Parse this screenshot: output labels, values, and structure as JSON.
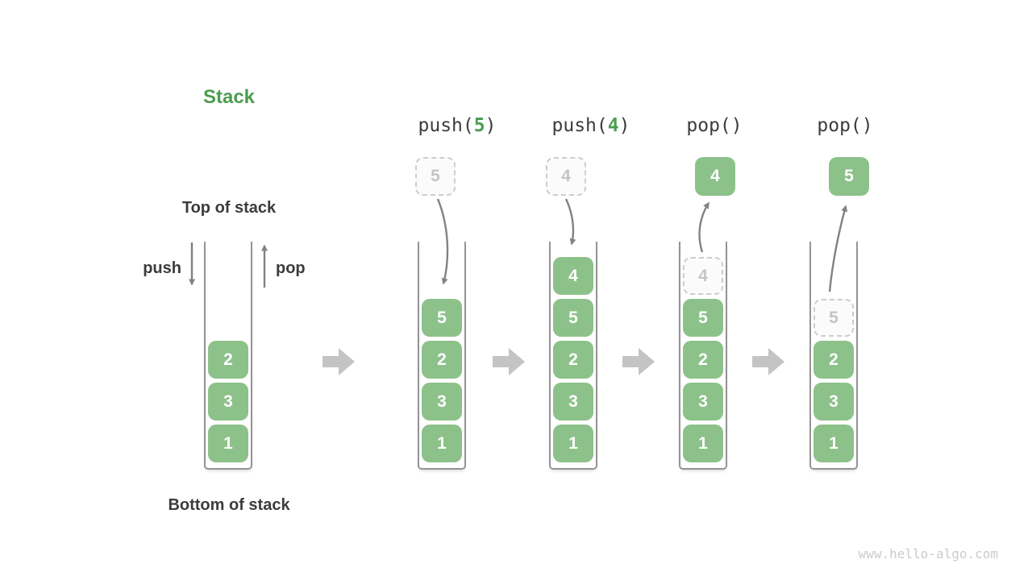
{
  "title": "Stack",
  "labels": {
    "top_of_stack": "Top of stack",
    "bottom_of_stack": "Bottom of stack",
    "push": "push",
    "pop": "pop"
  },
  "watermark": "www.hello-algo.com",
  "colors": {
    "green": "#8dc18a",
    "titleGreen": "#4b9d50",
    "dark": "#3c3c3c",
    "arrow": "#828282",
    "wall": "#949494",
    "ghostBorder": "#cdcdcd",
    "ghostBg": "#fbfbfb",
    "ghostText": "#c5c5c5",
    "blockArrow": "#c4c4c4",
    "watermark": "#cbcbcb"
  },
  "operations": [
    {
      "id": "push5",
      "prefix": "push(",
      "arg": "5",
      "suffix": ")",
      "floating": {
        "value": "5",
        "variant": "ghost"
      }
    },
    {
      "id": "push4",
      "prefix": "push(",
      "arg": "4",
      "suffix": ")",
      "floating": {
        "value": "4",
        "variant": "ghost"
      }
    },
    {
      "id": "pop1",
      "prefix": "pop(",
      "arg": "",
      "suffix": ")",
      "floating": {
        "value": "4",
        "variant": "solid"
      }
    },
    {
      "id": "pop2",
      "prefix": "pop(",
      "arg": "",
      "suffix": ")",
      "floating": {
        "value": "5",
        "variant": "solid"
      }
    }
  ],
  "stacks": [
    {
      "id": "s1",
      "cells": [
        {
          "value": "2",
          "variant": "solid"
        },
        {
          "value": "3",
          "variant": "solid"
        },
        {
          "value": "1",
          "variant": "solid"
        }
      ]
    },
    {
      "id": "s2",
      "cells": [
        {
          "value": "5",
          "variant": "solid"
        },
        {
          "value": "2",
          "variant": "solid"
        },
        {
          "value": "3",
          "variant": "solid"
        },
        {
          "value": "1",
          "variant": "solid"
        }
      ]
    },
    {
      "id": "s3",
      "cells": [
        {
          "value": "4",
          "variant": "solid"
        },
        {
          "value": "5",
          "variant": "solid"
        },
        {
          "value": "2",
          "variant": "solid"
        },
        {
          "value": "3",
          "variant": "solid"
        },
        {
          "value": "1",
          "variant": "solid"
        }
      ]
    },
    {
      "id": "s4",
      "cells": [
        {
          "value": "4",
          "variant": "ghost"
        },
        {
          "value": "5",
          "variant": "solid"
        },
        {
          "value": "2",
          "variant": "solid"
        },
        {
          "value": "3",
          "variant": "solid"
        },
        {
          "value": "1",
          "variant": "solid"
        }
      ]
    },
    {
      "id": "s5",
      "cells": [
        {
          "value": "5",
          "variant": "ghost"
        },
        {
          "value": "2",
          "variant": "solid"
        },
        {
          "value": "3",
          "variant": "solid"
        },
        {
          "value": "1",
          "variant": "solid"
        }
      ]
    }
  ]
}
